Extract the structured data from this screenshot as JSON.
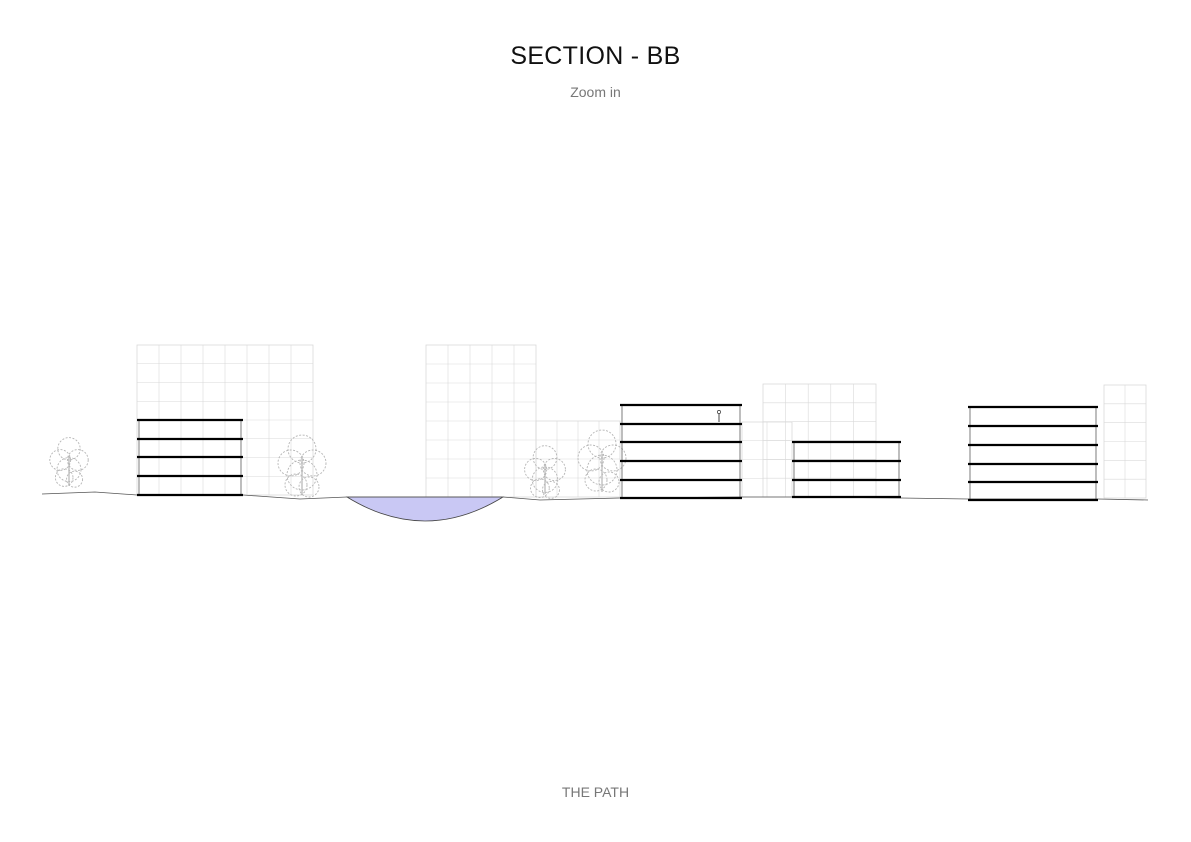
{
  "header": {
    "title": "SECTION - BB",
    "zoom_label": "Zoom in"
  },
  "footer": {
    "project_name": "THE PATH"
  },
  "colors": {
    "slab": "#000000",
    "background_building": "#d9d9d9",
    "tree": "#b5b5b5",
    "water": "#c9c8f4",
    "ground": "#555555",
    "label": "#777777"
  }
}
